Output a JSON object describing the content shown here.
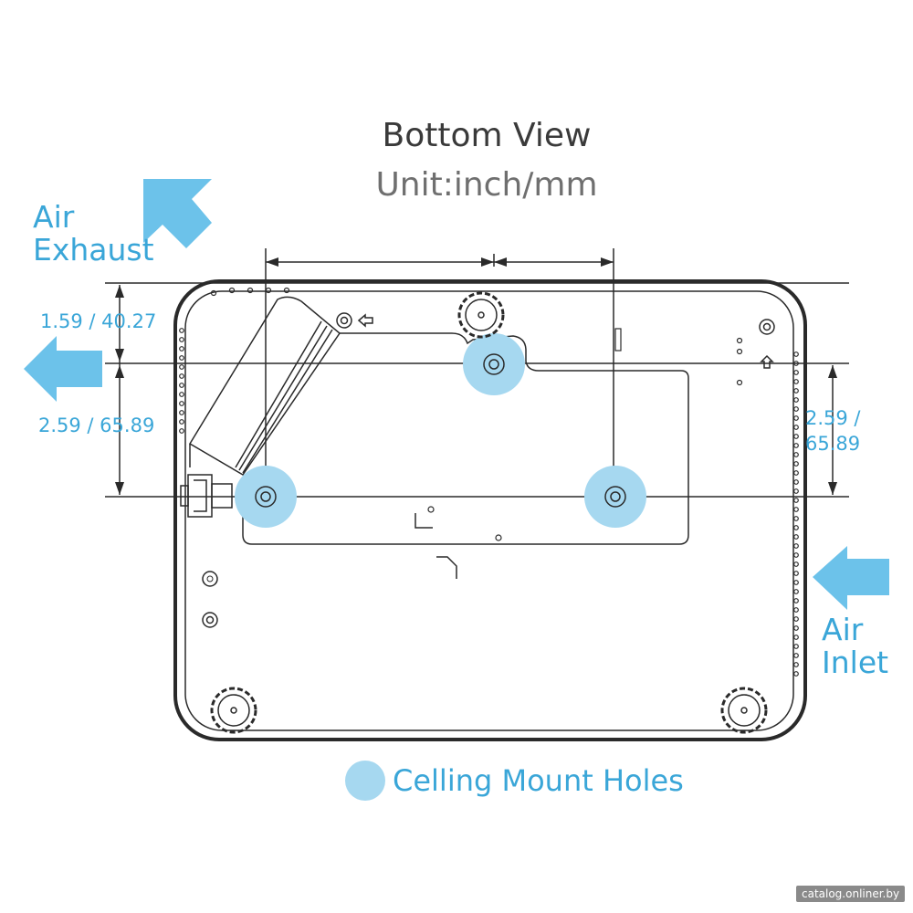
{
  "header": {
    "title": "Bottom View",
    "unit": "Unit:inch/mm"
  },
  "airflow": {
    "exhaust_line1": "Air",
    "exhaust_line2": "Exhaust",
    "inlet_line1": "Air",
    "inlet_line2": "Inlet"
  },
  "dimensions": {
    "top_offset": "1.59 / 40.27",
    "left_spacing": "2.59 / 65.89",
    "right_spacing_line1": "2.59 /",
    "right_spacing_line2": "65.89"
  },
  "legend": {
    "label": "Celling Mount Holes"
  },
  "watermark": "catalog.onliner.by",
  "colors": {
    "accent": "#3aa6d8",
    "mount_hole": "#a6d8f0",
    "arrow": "#6cc2ea",
    "outline": "#2a2a2a"
  }
}
